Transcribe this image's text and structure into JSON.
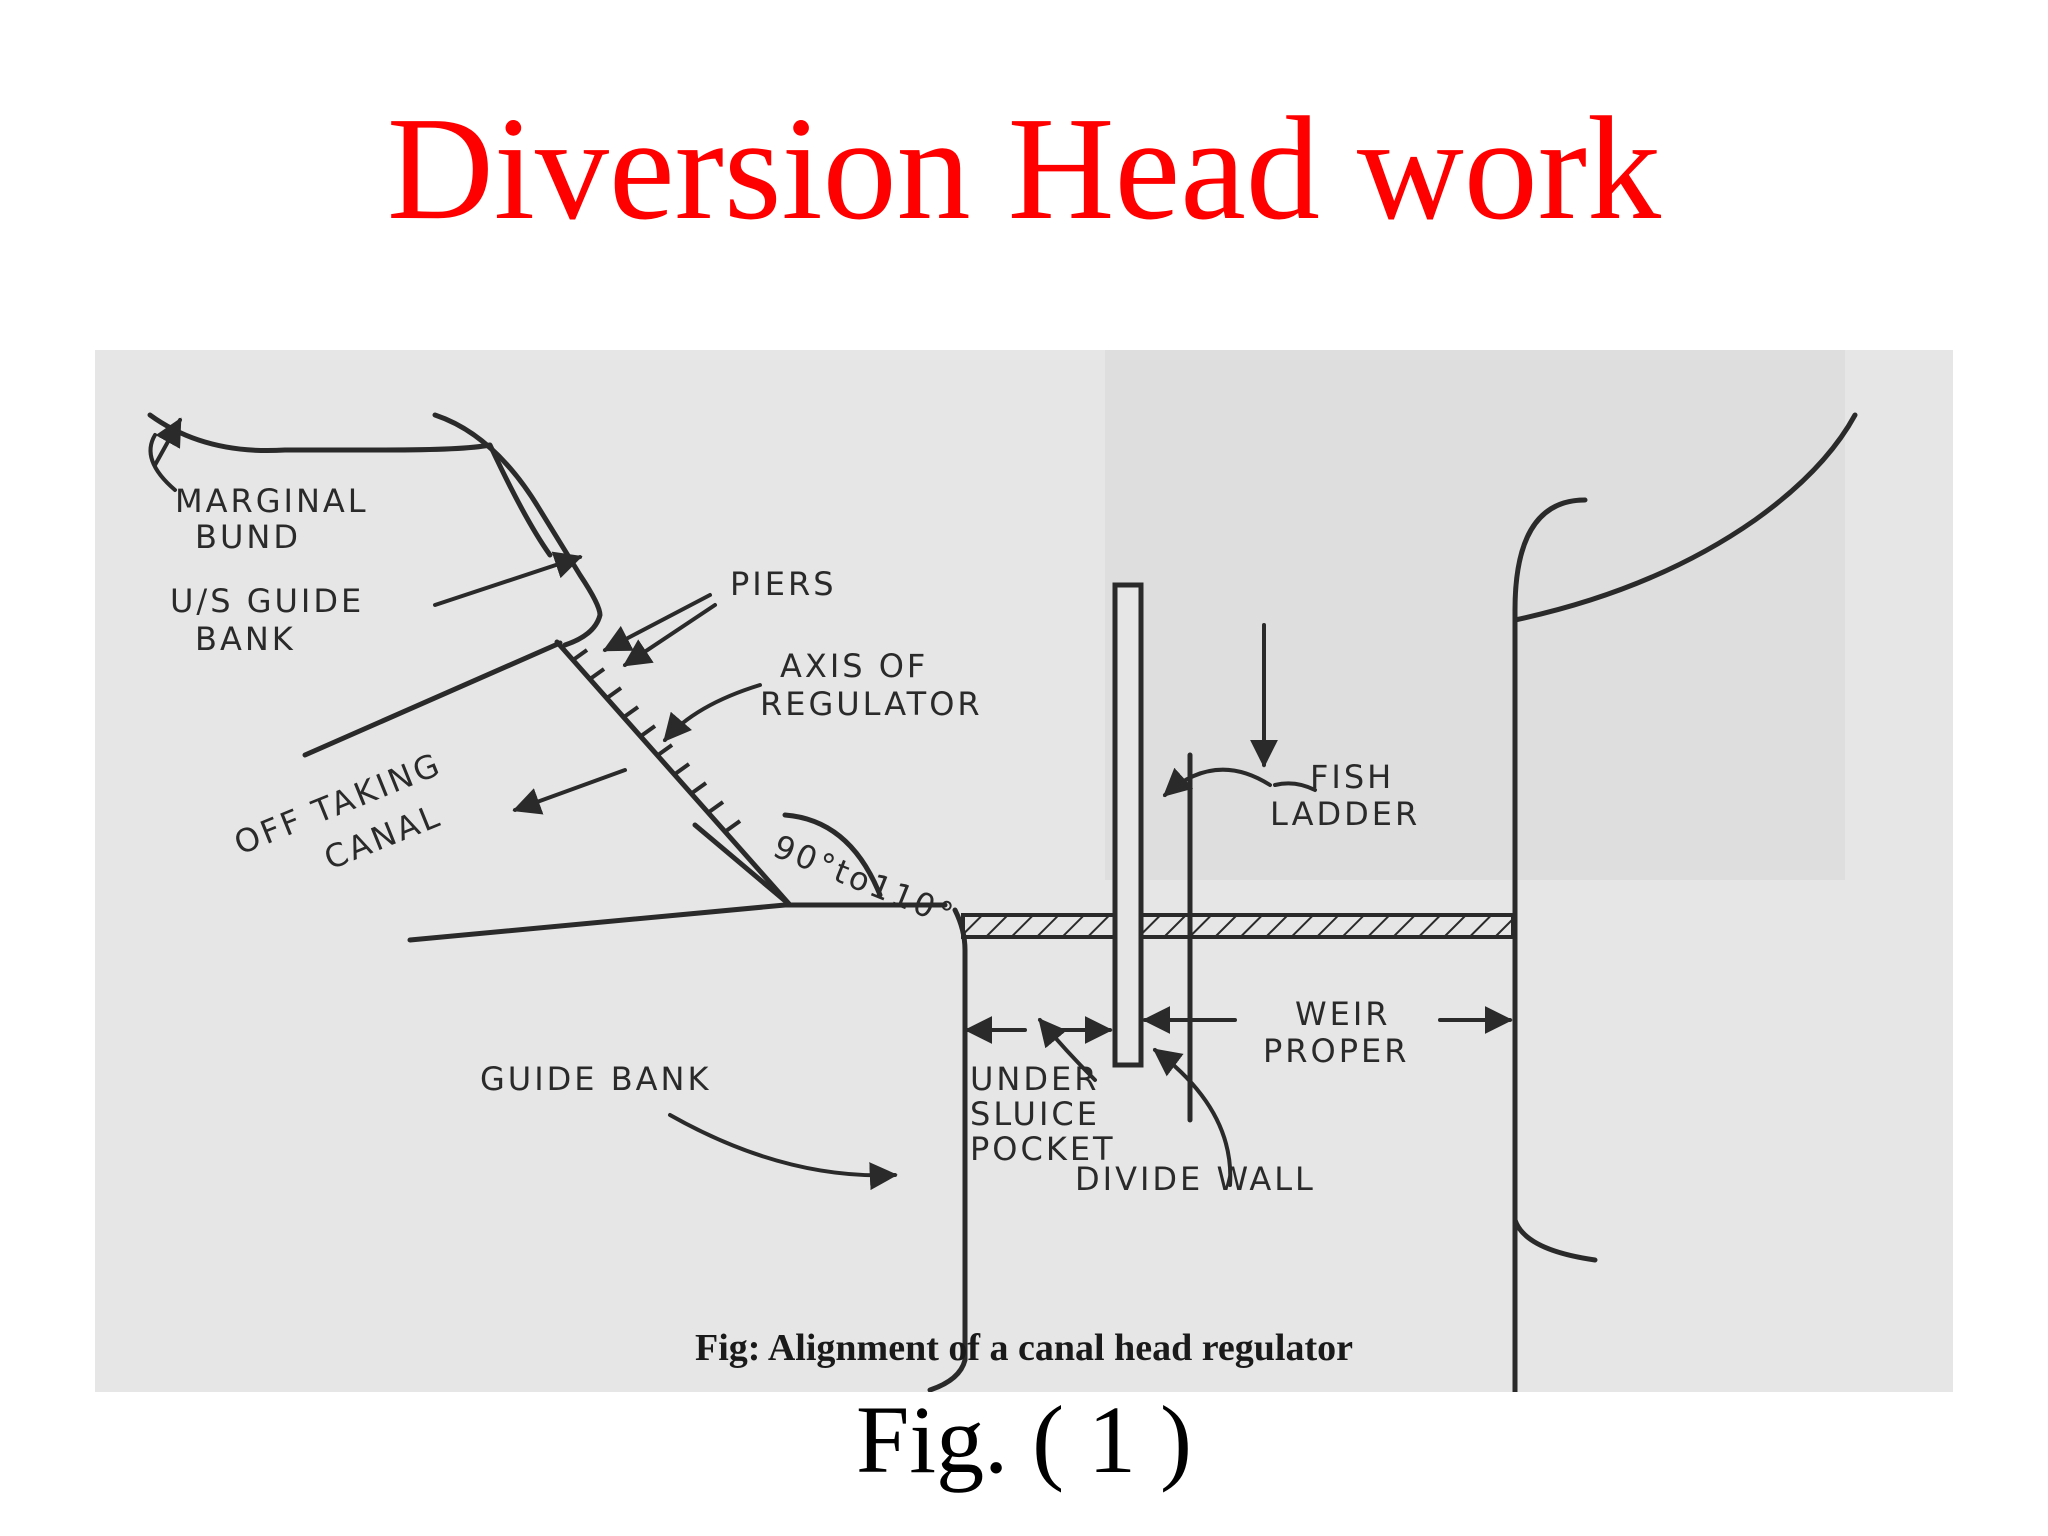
{
  "title": "Diversion Head work",
  "title_color": "#ff0000",
  "figure": {
    "labels": {
      "marginal_bund_1": "MARGINAL",
      "marginal_bund_2": "BUND",
      "us_guide_bank_1": "U/S GUIDE",
      "us_guide_bank_2": "BANK",
      "piers": "PIERS",
      "axis_of_regulator_1": "AXIS OF",
      "axis_of_regulator_2": "REGULATOR",
      "off_taking_canal_1": "OFF TAKING",
      "off_taking_canal_2": "CANAL",
      "angle": "90°to110°",
      "fish_ladder_1": "FISH",
      "fish_ladder_2": "LADDER",
      "weir_proper_1": "WEIR",
      "weir_proper_2": "PROPER",
      "guide_bank": "GUIDE BANK",
      "under_sluice_pocket_1": "UNDER",
      "under_sluice_pocket_2": "SLUICE",
      "under_sluice_pocket_3": "POCKET",
      "divide_wall": "DIVIDE WALL"
    },
    "caption": "Fig: Alignment of a canal head regulator"
  },
  "fig_number": "Fig. ( 1 )"
}
